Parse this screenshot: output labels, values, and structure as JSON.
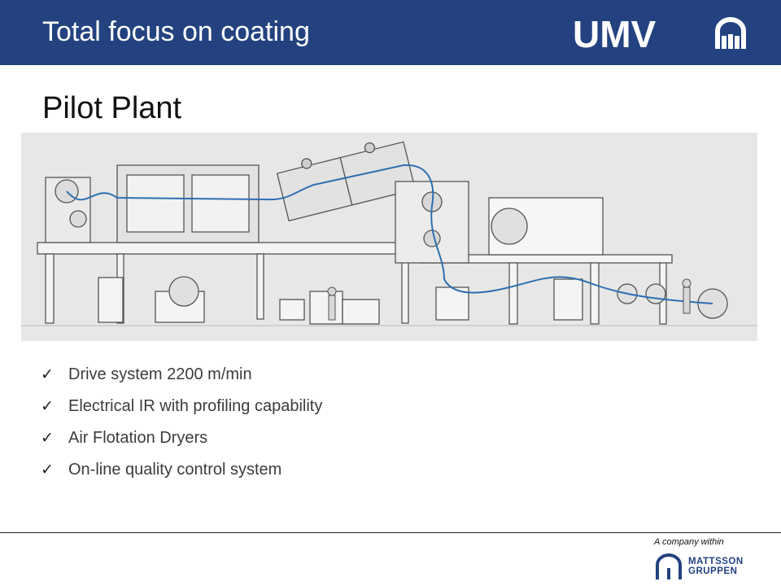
{
  "header": {
    "title": "Total focus on coating",
    "brand": "UMV",
    "brand_color": "#23427f"
  },
  "page_title": "Pilot Plant",
  "figure": {
    "icon": "pilot-plant-machine-diagram"
  },
  "bullets": [
    {
      "text": "Drive system 2200 m/min",
      "icon": "check-icon"
    },
    {
      "text": "Electrical IR with profiling capability",
      "icon": "check-icon"
    },
    {
      "text": "Air Flotation Dryers",
      "icon": "check-icon"
    },
    {
      "text": "On-line quality control system",
      "icon": "check-icon"
    }
  ],
  "footer": {
    "company_within": "A company within",
    "group_line1": "MATTSSON",
    "group_line2": "GRUPPEN"
  }
}
